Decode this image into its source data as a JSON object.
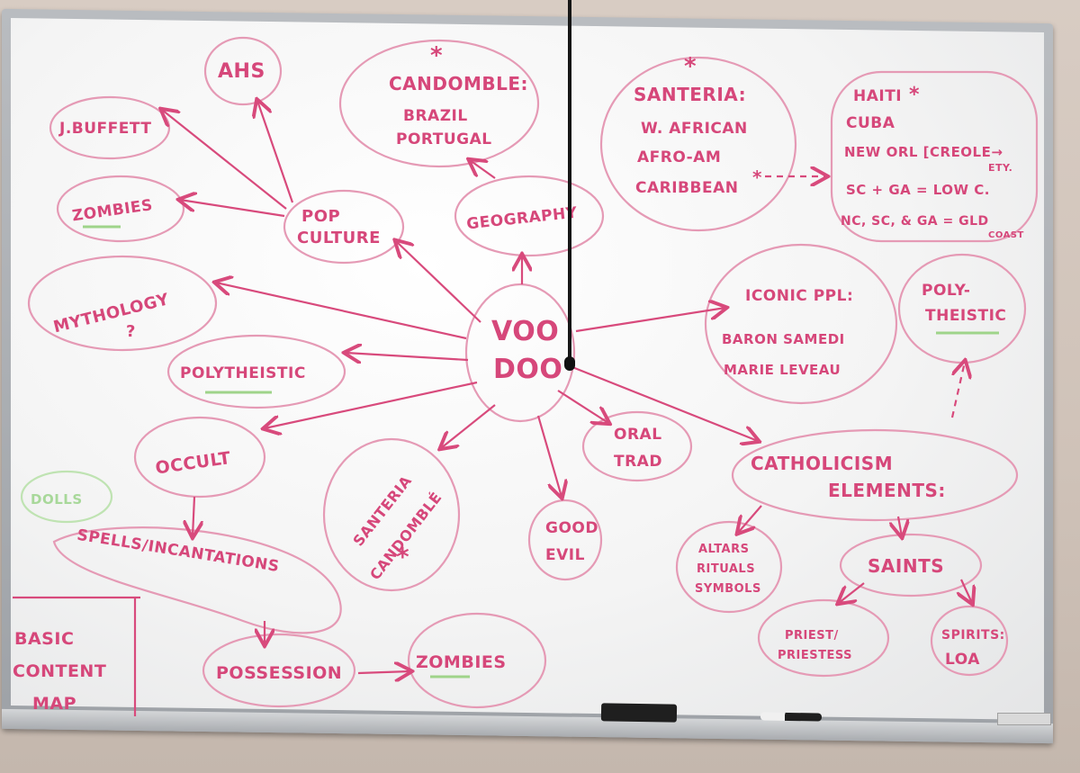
{
  "board": {
    "title_lines": [
      "BASIC",
      "CONTENT",
      "MAP"
    ],
    "center": [
      "VOO",
      "DOO"
    ]
  },
  "nodes": {
    "ahs": "AHS",
    "jbuffett": "J.BUFFETT",
    "zombies_top": "ZOMBIES",
    "pop_culture": [
      "POP",
      "CULTURE"
    ],
    "candomble_block": [
      "CANDOMBLE:",
      "BRAZIL",
      "PORTUGAL"
    ],
    "geography": "GEOGRAPHY",
    "santeria_block": [
      "SANTERIA:",
      "W. AFRICAN",
      "AFRO-AM",
      "CARIBBEAN"
    ],
    "haiti_block": [
      "HAITI",
      "CUBA",
      "NEW ORL [CREOLE→",
      "ETY.",
      "SC + GA = LOW C.",
      "NC, SC, & GA = GLD",
      "COAST"
    ],
    "mythology": [
      "MYTHOLOGY",
      "?"
    ],
    "polytheistic_left": "POLYTHEISTIC",
    "iconic_block": [
      "ICONIC PPL:",
      "BARON SAMEDI",
      "MARIE LEVEAU"
    ],
    "polytheistic_right": [
      "POLY-",
      "THEISTIC"
    ],
    "occult": "OCCULT",
    "dolls": "DOLLS",
    "spells": "SPELLS/INCANTATIONS",
    "santeria_candomble": [
      "SANTERIA",
      "CANDOMBLÉ"
    ],
    "oral_trad": [
      "ORAL",
      "TRAD"
    ],
    "good_evil": [
      "GOOD",
      "EVIL"
    ],
    "catholicism": [
      "CATHOLICISM",
      "ELEMENTS:"
    ],
    "altars_block": [
      "ALTARS",
      "RITUALS",
      "SYMBOLS"
    ],
    "saints": "SAINTS",
    "priest": [
      "PRIEST/",
      "PRIESTESS"
    ],
    "spirits": [
      "SPIRITS:",
      "LOA"
    ],
    "possession": "POSSESSION",
    "zombies_bottom": "ZOMBIES"
  },
  "marks": {
    "star": "*"
  },
  "colors": {
    "ink": "#d6477a",
    "bubble": "#e59ab5",
    "highlight": "#9fd48a",
    "board": "#f7f7f7"
  }
}
